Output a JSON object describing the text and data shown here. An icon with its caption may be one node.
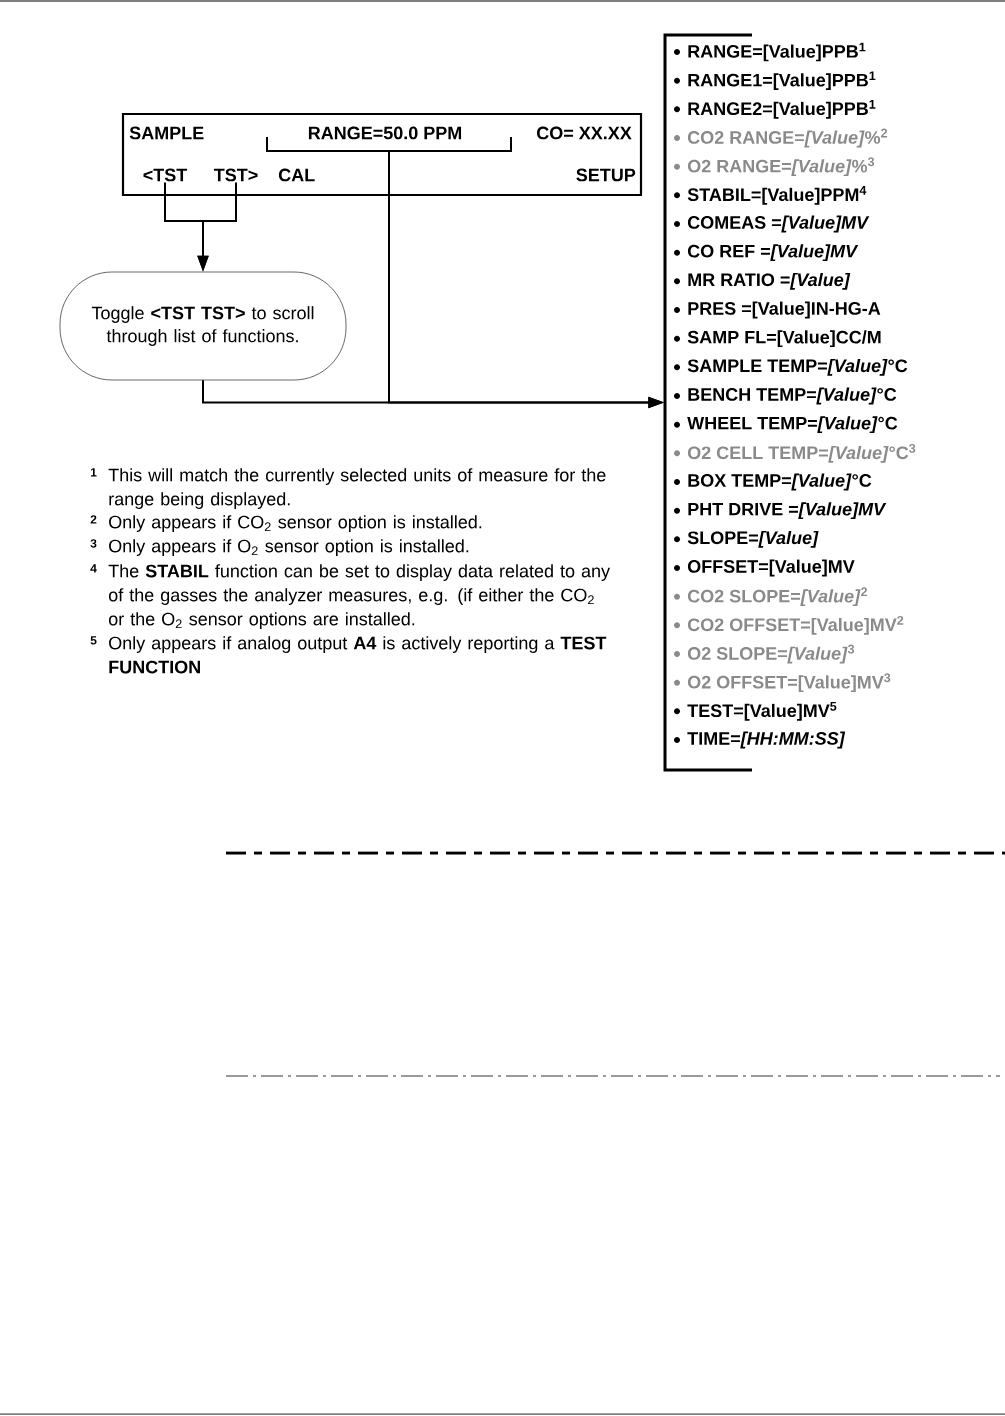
{
  "diagram": {
    "nodes": [
      {
        "text": [
          "SAMPLE",
          "RANGE=50.0 PPM",
          "CO= XX.XX",
          "CAL",
          "SETUP"
        ]
      },
      {
        "text": [
          "<TST"
        ],
        "in": 0
      },
      {
        "text": [
          "TST>"
        ],
        "in": 0
      },
      {
        "text": [
          "Toggle **<TST TST>** to scroll through list of functions."
        ]
      },
      {
        "text": [
          "RANGE=[Value]PPB$^{1}$",
          "RANGE1=[Value]PPB$^{1}$",
          "RANGE2=[Value]PPB$^{1}$",
          "CO2 RANGE=*[Value]*%$^{2}$",
          "O2 RANGE=*[Value]*%$^{3}$",
          "STABIL=[Value]PPM$^{4}$",
          "COMEAS =*[Value]MV*",
          "CO REF =*[Value]MV*",
          "MR RATIO =*[Value]*",
          "PRES =[Value]IN-HG-A",
          "SAMP FL=[Value]CC/M",
          "SAMPLE TEMP=*[Value]*°C",
          "BENCH TEMP=*[Value]*°C",
          "WHEEL TEMP=*[Value]*°C",
          "O2 CELL TEMP=*[Value]*°C$^{3}$",
          "BOX TEMP=*[Value]*°C",
          "PHT DRIVE =*[Value]MV*",
          "SLOPE=*[Value]*",
          "OFFSET=[Value]MV",
          "CO2 SLOPE=*[Value]*$^{2}$",
          "CO2 OFFSET=[Value]MV$^{2}$",
          "O2 SLOPE=*[Value]*$^{3}$",
          "O2 OFFSET=[Value]MV$^{3}$",
          "TEST=[Value]MV$^{5}$",
          "TIME=*[HH:MM:SS]*"
        ]
      }
    ],
    "edges": [
      {
        "from": 1,
        "to": 3,
        "arrow": "to"
      },
      {
        "from": 2,
        "to": 3,
        "arrow": "to"
      },
      {
        "from": 3,
        "to": 4,
        "arrow": "to"
      },
      {
        "from": 0,
        "to": 4,
        "arrow": "to"
      }
    ],
    "labels": [
      "1",
      "This will match the currently selected units of measure for the range being displayed.",
      "2",
      "Only appears if CO$_{2}$ sensor option is installed.",
      "3",
      "Only appears if O$_{2}$ sensor option is installed.",
      "4",
      "The **STABIL** function can be set to display data related to any of the gasses the analyzer measures, e.g. (if either the CO$_{2}$ or the O$_{2}$ sensor options are installed.",
      "5",
      "Only appears if analog output **A4** is actively reporting a **TEST FUNCTION**"
    ]
  }
}
